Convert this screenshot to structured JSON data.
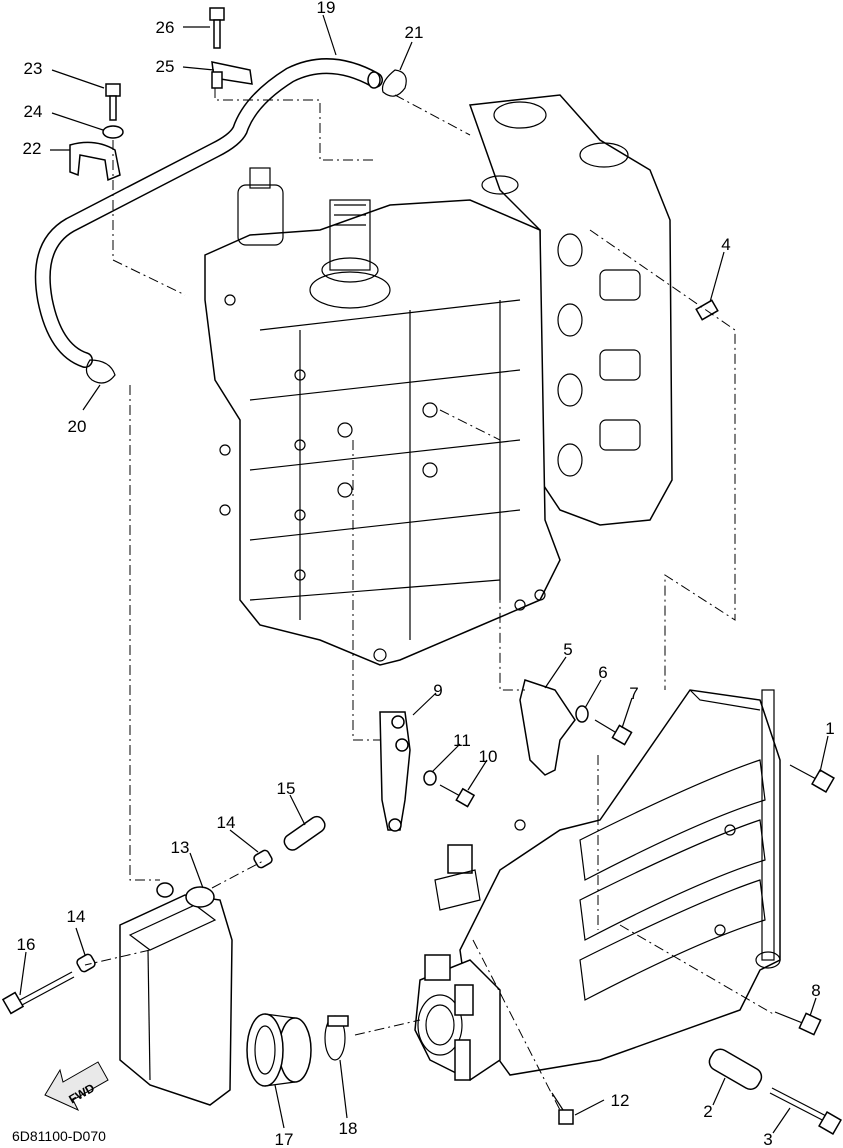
{
  "callouts": [
    {
      "id": "1",
      "text": "1"
    },
    {
      "id": "2",
      "text": "2"
    },
    {
      "id": "3",
      "text": "3"
    },
    {
      "id": "4",
      "text": "4"
    },
    {
      "id": "5",
      "text": "5"
    },
    {
      "id": "6",
      "text": "6"
    },
    {
      "id": "7",
      "text": "7"
    },
    {
      "id": "8",
      "text": "8"
    },
    {
      "id": "9",
      "text": "9"
    },
    {
      "id": "10",
      "text": "10"
    },
    {
      "id": "11",
      "text": "11"
    },
    {
      "id": "12",
      "text": "12"
    },
    {
      "id": "13",
      "text": "13"
    },
    {
      "id": "14a",
      "text": "14"
    },
    {
      "id": "14b",
      "text": "14"
    },
    {
      "id": "15",
      "text": "15"
    },
    {
      "id": "16",
      "text": "16"
    },
    {
      "id": "17",
      "text": "17"
    },
    {
      "id": "18",
      "text": "18"
    },
    {
      "id": "19",
      "text": "19"
    },
    {
      "id": "20",
      "text": "20"
    },
    {
      "id": "21",
      "text": "21"
    },
    {
      "id": "22",
      "text": "22"
    },
    {
      "id": "23",
      "text": "23"
    },
    {
      "id": "24",
      "text": "24"
    },
    {
      "id": "25",
      "text": "25"
    },
    {
      "id": "26",
      "text": "26"
    }
  ],
  "diagram_code": "6D81100-D070",
  "fwd_label": "FWD"
}
